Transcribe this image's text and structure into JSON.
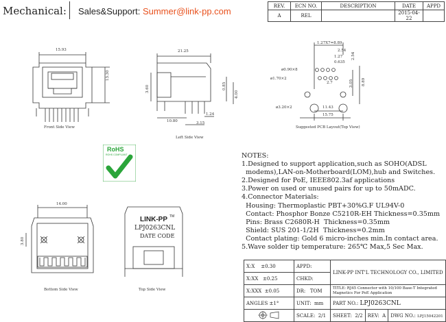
{
  "header": {
    "title": "Mechanical:",
    "sales_label": "Sales&Support: ",
    "sales_email": "Summer@link-pp.com"
  },
  "revision_table": {
    "headers": [
      "REV.",
      "ECN NO.",
      "DESCRIPTION",
      "DATE",
      "APPD"
    ],
    "row": [
      "A",
      "REL",
      "",
      "2015-04-22",
      ""
    ]
  },
  "views": {
    "front": {
      "caption": "Front Side View",
      "dim_width": "15.93",
      "dim_height": "13.30"
    },
    "left": {
      "caption": "Left Side View",
      "dim_length": "21.25",
      "dims": [
        "3.60",
        "0.85",
        "4.00",
        "10.80",
        "3.15",
        "1.24"
      ]
    },
    "pcb": {
      "caption": "Suggested PCB Layout(Top View)",
      "dims": [
        "1.27X7=8.89",
        "2.54",
        "1.27",
        "0.635",
        "2.54",
        "ø0.90×8",
        "ø1.70×2",
        "2.7",
        "3.05",
        "8.89",
        "11.43",
        "15.75",
        "ø3.20×2"
      ]
    },
    "bottom": {
      "caption": "Bottom Side View",
      "dim_width": "14.00",
      "dim_height": "3.80"
    },
    "top": {
      "caption": "Top Side View",
      "brand": "LINK-PP",
      "tm": "TM",
      "part": "LPJ0263CNL",
      "date_code": "DATE CODE"
    }
  },
  "rohs": {
    "label": "RoHS",
    "sub": "ROHS COMPLIANT"
  },
  "notes": {
    "heading": "NOTES:",
    "lines": [
      "1.Designed to support application,such as SOHO(ADSL",
      "  modems),LAN-on-Motherboard(LOM),hub and Switches.",
      "2.Designed for PoE, IEEE802.3af applications",
      "3.Power on used or unused pairs for up to 50mADC.",
      "4.Connector Materials:",
      "  Housing: Thermoplastic PBT+30%G.F UL94V-0",
      "  Contact: Phosphor Bonze C5210R-EH Thickness=0.35mm",
      "  Pins: Brass C2680R-H  Thickness=0.35mm",
      "  Shield: SUS 201-1/2H  Thickness=0.2mm",
      "  Contact plating: Gold 6 micro-inches min.In contact area.",
      "5.Wave solder tip temperature: 265℃ Max,5 Sec Max."
    ]
  },
  "title_block": {
    "tol1": "X:X    ±0.30",
    "tol2": "X:XX   ±0.25",
    "tol3": "X:XXX  ±0.05",
    "angles": "ANGLES ±1°",
    "appd": "APPD:",
    "chkd": "CHKD:",
    "dr": "DR:   TOM",
    "unit": "UNIT:  mm",
    "company": "LINK-PP INT'L TECHNOLOGY CO., LIMITED",
    "title": "TITLE: RJ45 Connector with 10/100 Base-T Integrated Magnetics For PoE Application",
    "part_label": "PART NO.:",
    "part_no": "LPJ0263CNL",
    "scale": "SCALE:  2/1",
    "sheet": "SHEET:  2/2",
    "rev": "REV:  A",
    "dwg": "DWG NO.:",
    "dwg_no": "LPJ15042201"
  }
}
